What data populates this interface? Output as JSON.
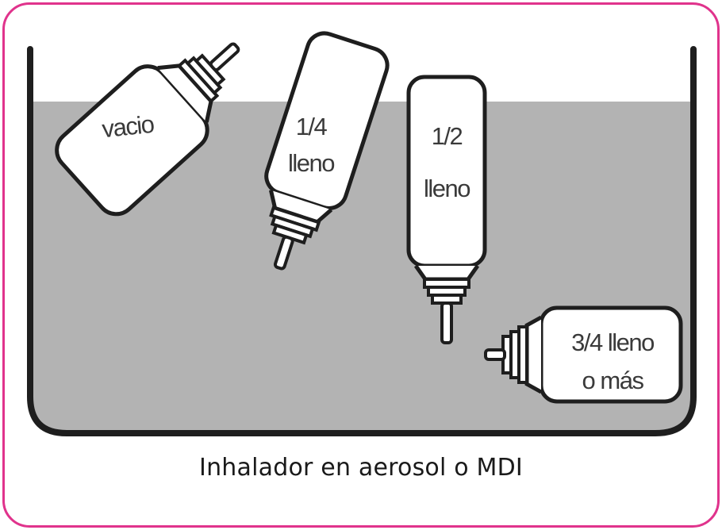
{
  "caption": "Inhalador en aerosol o MDI",
  "bottles": {
    "empty": {
      "label": "vacio"
    },
    "quarter": {
      "line1": "1/4",
      "line2": "lleno"
    },
    "half": {
      "line1": "1/2",
      "line2": "lleno"
    },
    "three_quarter": {
      "line1": "3/4 lleno",
      "line2": "o más"
    }
  },
  "colors": {
    "border": "#e0338c",
    "water": "#b3b3b3",
    "outline": "#1e1e1e"
  }
}
